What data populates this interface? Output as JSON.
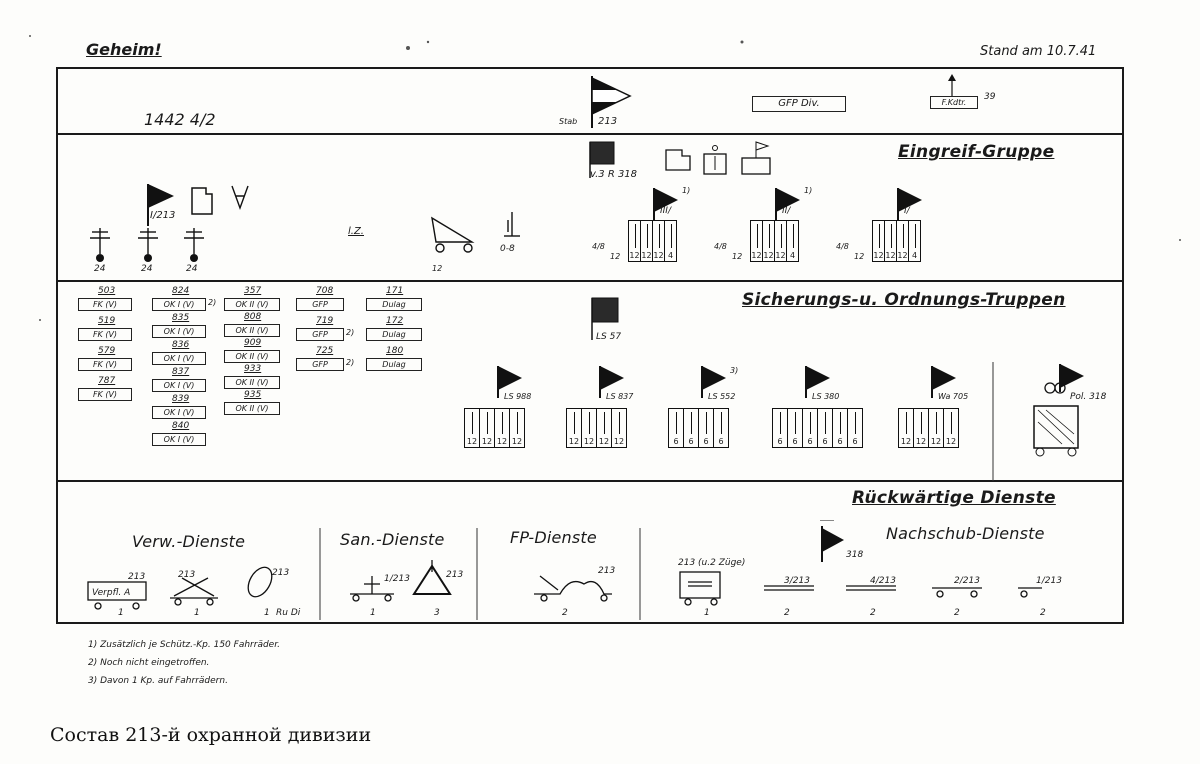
{
  "header": {
    "secret": "Geheim!",
    "stand": "Stand am 10.7.41",
    "file_no": "1442 4/2",
    "staff_label": "Stab",
    "staff_number": "213",
    "gfp": "GFP Div.",
    "fkdtr": "F.Kdtr.",
    "fkdtr_no": "39"
  },
  "eingreif": {
    "title": "Eingreif-Gruppe",
    "regiment": "v.3 R 318",
    "battalion": "I/213",
    "units_24": [
      "24",
      "24",
      "24"
    ],
    "lz": "l.Z.",
    "piece": "0-8",
    "small_note": "12",
    "bats": [
      {
        "label": "III/",
        "note": "1)",
        "frac": "4/8",
        "n": "12",
        "cells": [
          "12",
          "12",
          "12",
          "4"
        ]
      },
      {
        "label": "II/",
        "note": "1)",
        "frac": "4/8",
        "n": "12",
        "cells": [
          "12",
          "12",
          "12",
          "4"
        ]
      },
      {
        "label": "I/",
        "note": "",
        "frac": "4/8",
        "n": "12",
        "cells": [
          "12",
          "12",
          "12",
          "4"
        ]
      }
    ]
  },
  "sicherung": {
    "title": "Sicherungs-u. Ordnungs-Truppen",
    "ls57": "LS 57",
    "col1": [
      {
        "num": "503",
        "label": "FK (V)"
      },
      {
        "num": "519",
        "label": "FK (V)"
      },
      {
        "num": "579",
        "label": "FK (V)"
      },
      {
        "num": "787",
        "label": "FK (V)"
      }
    ],
    "col2": [
      {
        "num": "824",
        "label": "OK I (V)",
        "note": "2)"
      },
      {
        "num": "835",
        "label": "OK I (V)",
        "note": ""
      },
      {
        "num": "836",
        "label": "OK I (V)",
        "note": ""
      },
      {
        "num": "837",
        "label": "OK I (V)",
        "note": ""
      },
      {
        "num": "839",
        "label": "OK I (V)",
        "note": ""
      },
      {
        "num": "840",
        "label": "OK I (V)",
        "note": ""
      }
    ],
    "col3": [
      {
        "num": "357",
        "label": "OK II (V)"
      },
      {
        "num": "808",
        "label": "OK II (V)"
      },
      {
        "num": "909",
        "label": "OK II (V)"
      },
      {
        "num": "933",
        "label": "OK II (V)"
      },
      {
        "num": "935",
        "label": "OK II (V)"
      }
    ],
    "col4": [
      {
        "num": "708",
        "label": "GFP",
        "note": ""
      },
      {
        "num": "719",
        "label": "GFP",
        "note": "2)"
      },
      {
        "num": "725",
        "label": "GFP",
        "note": "2)"
      }
    ],
    "col5": [
      {
        "num": "171",
        "label": "Dulag"
      },
      {
        "num": "172",
        "label": "Dulag"
      },
      {
        "num": "180",
        "label": "Dulag"
      }
    ],
    "bats": [
      {
        "label": "LS 988",
        "note": "",
        "cells": [
          "12",
          "12",
          "12",
          "12"
        ]
      },
      {
        "label": "LS 837",
        "note": "",
        "cells": [
          "12",
          "12",
          "12",
          "12"
        ]
      },
      {
        "label": "LS 552",
        "note": "3)",
        "cells": [
          "6",
          "6",
          "6",
          "6"
        ]
      },
      {
        "label": "LS 380",
        "note": "",
        "cells": [
          "6",
          "6",
          "6",
          "6",
          "6",
          "6"
        ]
      },
      {
        "label": "Wa 705",
        "note": "",
        "cells": [
          "12",
          "12",
          "12",
          "12"
        ]
      }
    ],
    "pol": "Pol. 318"
  },
  "rueck": {
    "title": "Rückwärtige Dienste",
    "verw": "Verw.-Dienste",
    "san": "San.-Dienste",
    "fp": "FP-Dienste",
    "nach": "Nachschub-Dienste",
    "verpfl": "Verpfl. A",
    "n213": "213",
    "san_frac": "1/213",
    "rudi": "Ru Di",
    "nach_318": "318",
    "kol_first": "213 (u.2 Züge)",
    "kols": [
      "3/213",
      "4/213",
      "2/213",
      "1/213"
    ],
    "counts": [
      "1",
      "1",
      "1",
      "1",
      "3",
      "2",
      "1",
      "2",
      "2",
      "2",
      "2"
    ]
  },
  "footnotes": [
    "1) Zusätzlich je Schütz.-Kp. 150 Fahrräder.",
    "2) Noch nicht eingetroffen.",
    "3) Davon 1 Kp. auf Fahrrädern."
  ],
  "caption": "Состав 213-й охранной дивизии"
}
